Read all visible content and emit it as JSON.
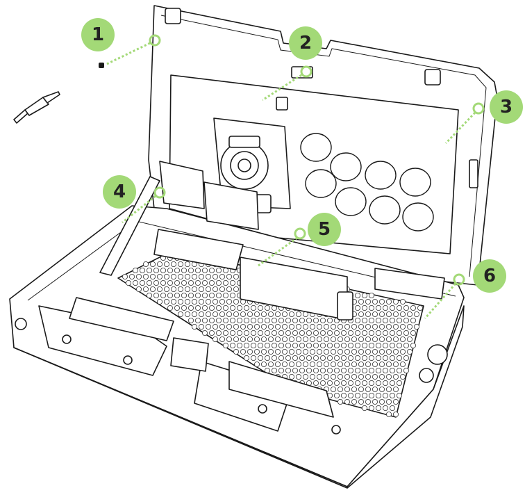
{
  "colors": {
    "accent": "#a3d977",
    "line": "#1a1a1a",
    "background": "#ffffff"
  },
  "callouts": [
    {
      "id": "1",
      "label": "1"
    },
    {
      "id": "2",
      "label": "2"
    },
    {
      "id": "3",
      "label": "3"
    },
    {
      "id": "4",
      "label": "4"
    },
    {
      "id": "5",
      "label": "5"
    },
    {
      "id": "6",
      "label": "6"
    }
  ],
  "icons": {
    "tool": "screwdriver-icon",
    "screw": "screw-icon"
  }
}
